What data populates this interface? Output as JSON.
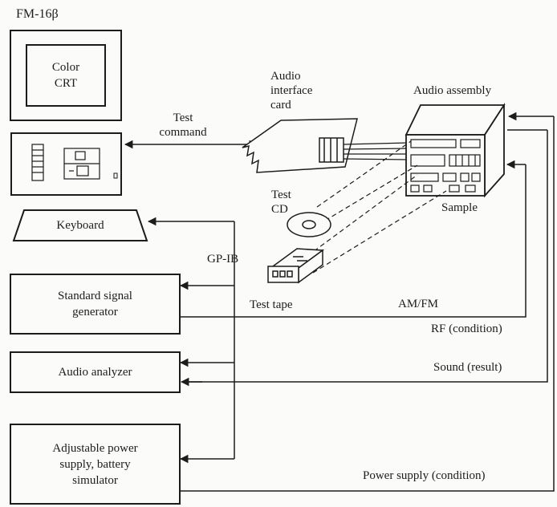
{
  "computer": {
    "model": "FM-16β",
    "crt": {
      "line1": "Color",
      "line2": "CRT"
    },
    "keyboard": "Keyboard"
  },
  "labels": {
    "test_command": {
      "line1": "Test",
      "line2": "command"
    },
    "audio_interface_card": {
      "line1": "Audio",
      "line2": "interface",
      "line3": "card"
    },
    "audio_assembly": "Audio assembly",
    "sample": "Sample",
    "test_cd": {
      "line1": "Test",
      "line2": "CD"
    },
    "test_tape": "Test tape",
    "gp_ib": "GP-IB",
    "am_fm": "AM/FM",
    "rf": "RF (condition)",
    "sound": "Sound (result)",
    "power": "Power supply (condition)"
  },
  "instruments": {
    "signal_generator": {
      "line1": "Standard signal",
      "line2": "generator"
    },
    "audio_analyzer": "Audio analyzer",
    "power_supply": {
      "line1": "Adjustable power",
      "line2": "supply, battery",
      "line3": "simulator"
    }
  }
}
